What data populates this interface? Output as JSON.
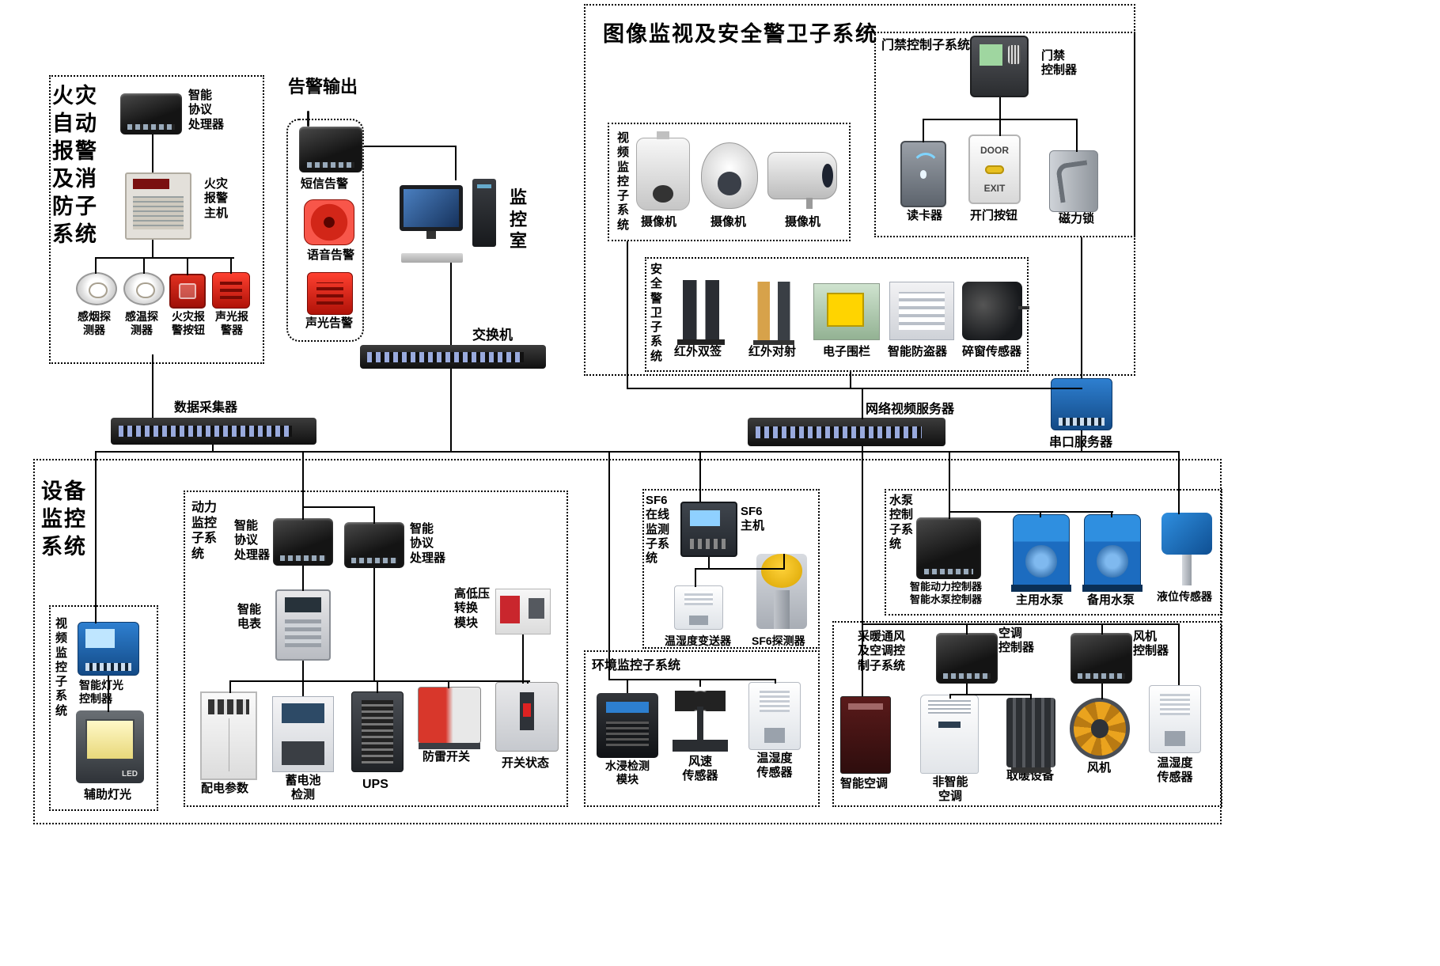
{
  "fire": {
    "title": "火灾\n自动\n报警\n及消\n防子\n系统",
    "processor": "智能\n协议\n处理器",
    "host": "火灾\n报警\n主机",
    "smoke": "感烟探\n测器",
    "temp": "感温探\n测器",
    "button": "火灾报\n警按钮",
    "sounder": "声光报\n警器"
  },
  "alarm_out": {
    "title": "告警输出",
    "sms": "短信告警",
    "voice": "语音告警",
    "sound_light": "声光告警"
  },
  "monitor_room": {
    "title": "监\n控\n室"
  },
  "switch_label": "交换机",
  "surveillance": {
    "title": "图像监视及安全警卫子系统",
    "access": {
      "title": "门禁控制子系统",
      "controller": "门禁\n控制器",
      "reader": "读卡器",
      "door_button": "开门按钮",
      "door_top": "DOOR",
      "door_bottom": "EXIT",
      "lock": "磁力锁"
    },
    "video": {
      "title": "视\n频\n监\n控\n子\n系\n统",
      "cam1": "摄像机",
      "cam2": "摄像机",
      "cam3": "摄像机"
    },
    "guard": {
      "title": "安\n全\n警\n卫\n子\n系\n统",
      "ir_dual": "红外双签",
      "ir_beam": "红外对射",
      "fence": "电子围栏",
      "burglar": "智能防盗器",
      "glass": "碎窗传感器"
    }
  },
  "mid": {
    "collector": "数据采集器",
    "nvr": "网络视频服务器",
    "serial": "串口服务器"
  },
  "device_sys": {
    "title": "设备\n监控\n系统",
    "video2": {
      "title": "视\n频\n监\n控\n子\n系\n统",
      "light_ctrl": "智能灯光\n控制器",
      "aux_light": "辅助灯光",
      "led": "LED"
    },
    "power": {
      "title": "动力\n监控\n子系\n统",
      "proc1": "智能\n协议\n处理器",
      "proc2": "智能\n协议\n处理器",
      "meter": "智能\n电表",
      "hv": "高低压\n转换\n模块",
      "dist": "配电参数",
      "battery": "蓄电池\n检测",
      "ups": "UPS",
      "lightning": "防雷开关",
      "switch_state": "开关状态"
    },
    "sf6": {
      "title": "SF6\n在线\n监测\n子系\n统",
      "host": "SF6\n主机",
      "transmitter": "温湿度变送器",
      "detector": "SF6探测器"
    },
    "env": {
      "title": "环境监控子系统",
      "water": "水浸检测\n模块",
      "wind": "风速\n传感器",
      "humidity": "温湿度\n传感器"
    },
    "pump": {
      "title": "水泵\n控制\n子系\n统",
      "controller": "智能动力控制器\n智能水泵控制器",
      "main": "主用水泵",
      "backup": "备用水泵",
      "level": "液位传感器"
    },
    "hvac": {
      "title": "采暖通风\n及空调控\n制子系统",
      "ac_ctrl": "空调\n控制器",
      "fan_ctrl": "风机\n控制器",
      "smart_ac": "智能空调",
      "plain_ac": "非智能\n空调",
      "heater": "取暖设备",
      "fan": "风机",
      "humidity": "温湿度\n传感器"
    }
  }
}
